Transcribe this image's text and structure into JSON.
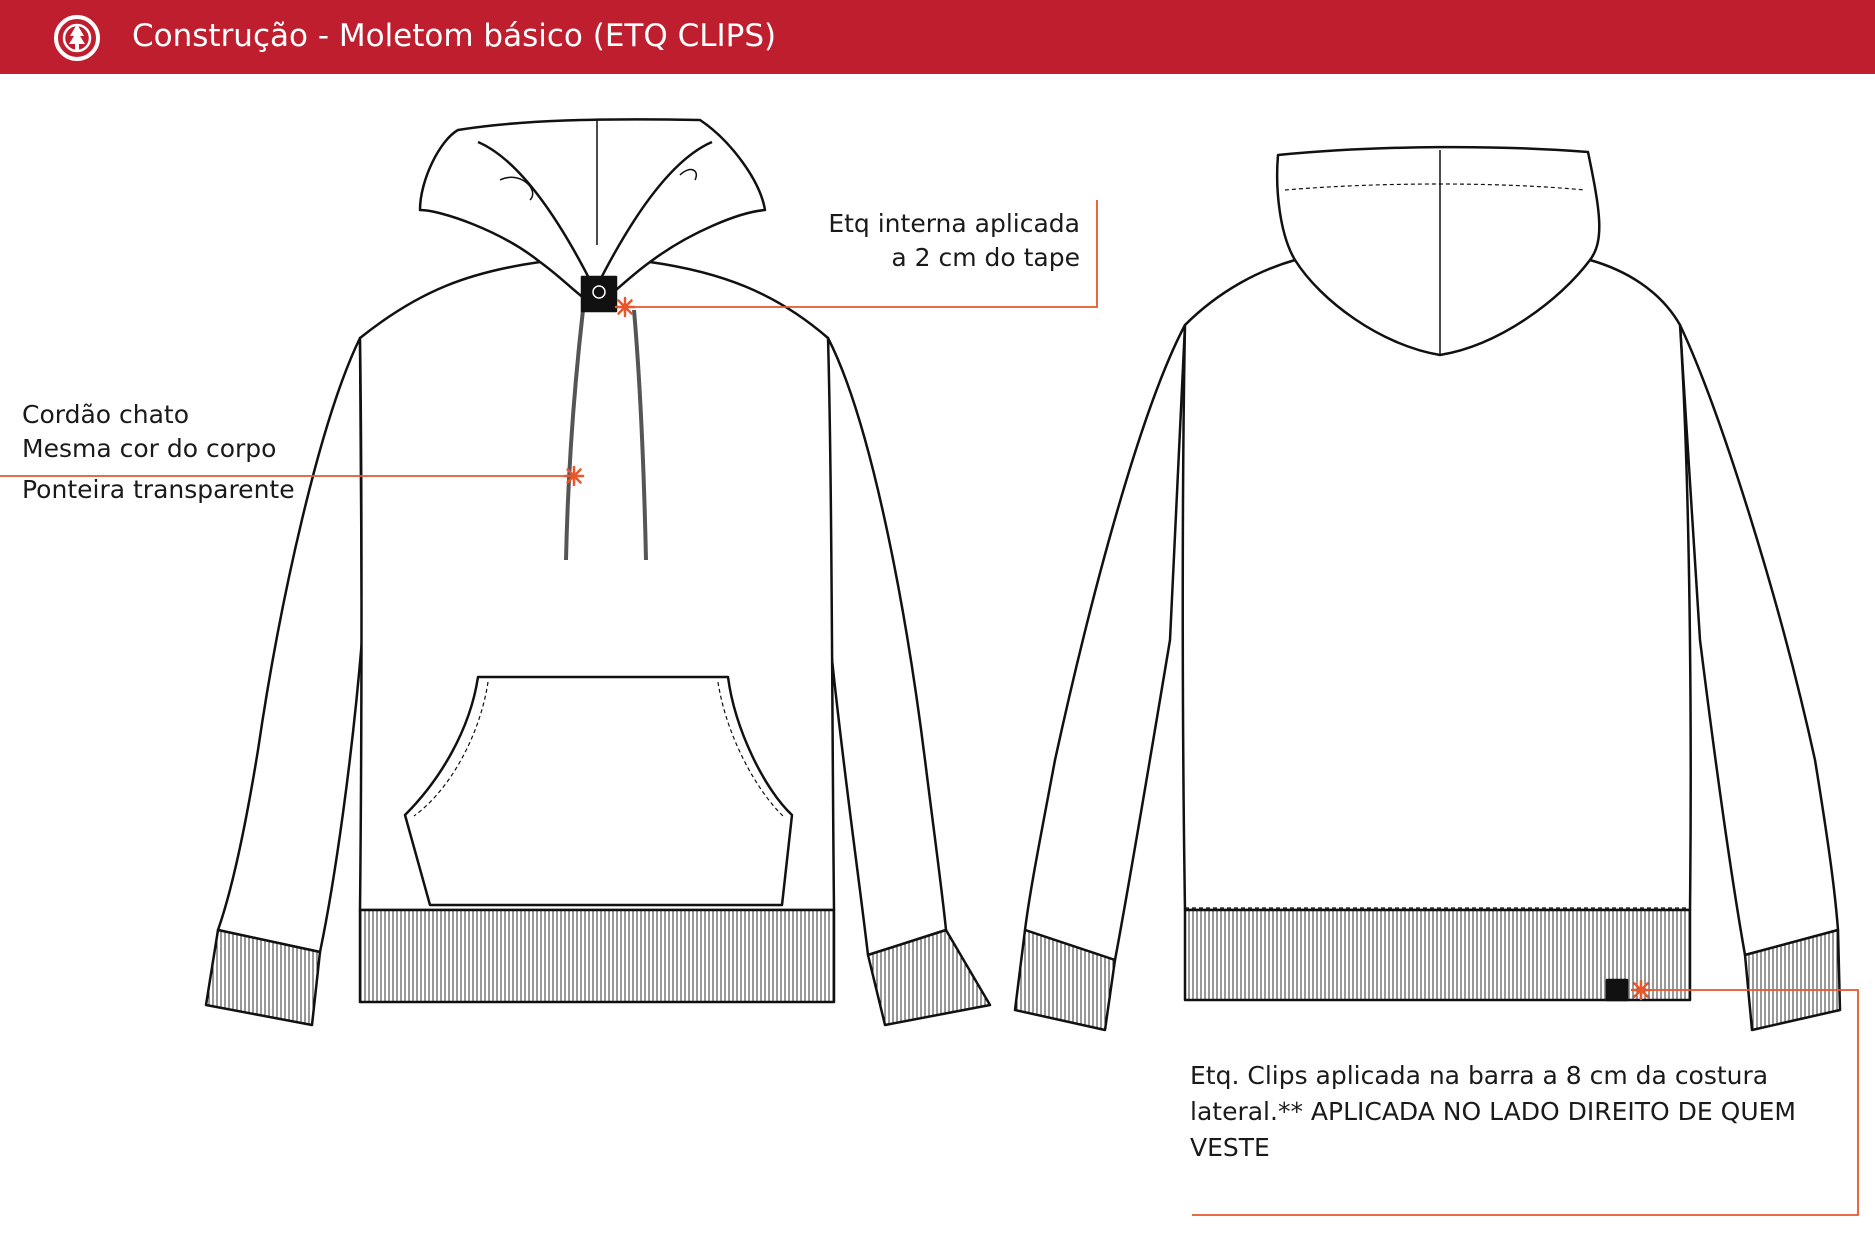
{
  "header": {
    "title": "Construção - Moletom básico (ETQ  CLIPS)",
    "bar_color": "#be1e2d",
    "logo_icon": "tree-emblem-icon"
  },
  "annotations": {
    "cord": {
      "line1": "Cordão chato",
      "line2": "Mesma cor do corpo",
      "line3": "Ponteira transparente"
    },
    "inner_label": {
      "line1": "Etq interna aplicada",
      "line2": "a 2 cm do tape"
    },
    "clips_label": {
      "text": "Etq. Clips aplicada na barra a 8 cm da costura lateral.** APLICADA NO LADO DIREITO DE QUEM VESTE"
    },
    "leader_color": "#e8562a",
    "marker_icon": "asterisk-marker-icon"
  },
  "views": {
    "front": "hoodie-front-flat-sketch",
    "back": "hoodie-back-flat-sketch"
  }
}
